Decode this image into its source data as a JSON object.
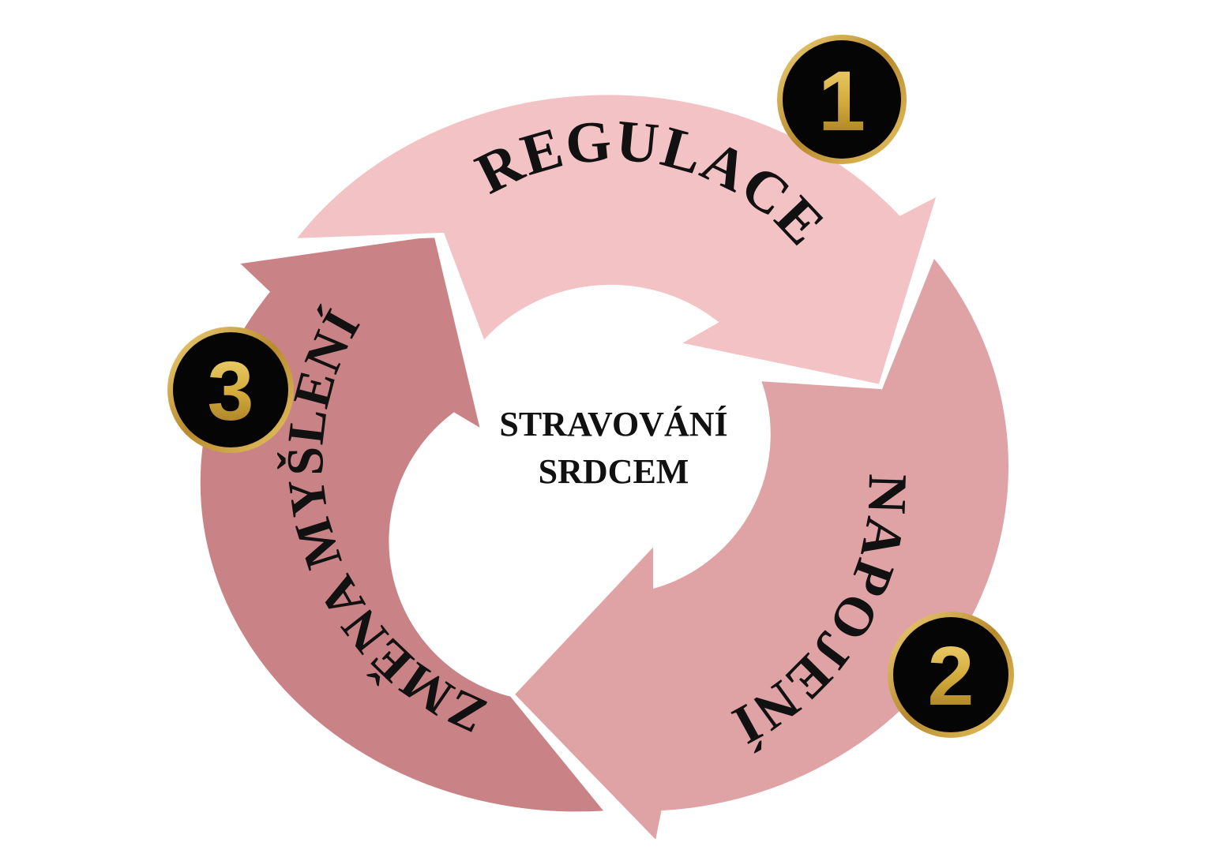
{
  "diagram": {
    "center": {
      "line1": "STRAVOVÁNÍ",
      "line2": "SRDCEM"
    },
    "segments": [
      {
        "number": "1",
        "label": "REGULACE",
        "color": "#f2c2c5"
      },
      {
        "number": "2",
        "label": "NAPOJENÍ",
        "color": "#dfa3a6"
      },
      {
        "number": "3",
        "label": "ZMĚNA MYŠLENÍ",
        "color": "#c98386"
      }
    ],
    "colors": {
      "badge_fill": "#050505",
      "badge_ring": "#c9a24a",
      "number_gold": "#d4ac3c",
      "background": "#ffffff"
    }
  }
}
